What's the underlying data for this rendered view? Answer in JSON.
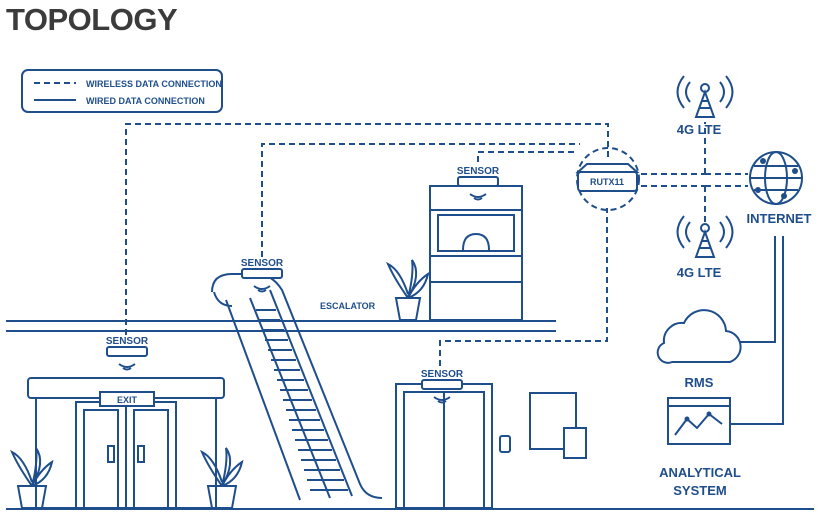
{
  "title": "TOPOLOGY",
  "legend": {
    "wireless": "WIRELESS DATA CONNECTION",
    "wired": "WIRED DATA CONNECTION"
  },
  "sensor_label": "SENSOR",
  "escalator_label": "ESCALATOR",
  "exit_label": "EXIT",
  "router_label": "RUTX11",
  "lte_label": "4G LTE",
  "internet_label": "INTERNET",
  "rms_label": "RMS",
  "analytics_label": [
    "ANALYTICAL",
    "SYSTEM"
  ],
  "colors": {
    "line": "#1f4e8c",
    "title": "#3b3b3b",
    "background": "#ffffff"
  }
}
